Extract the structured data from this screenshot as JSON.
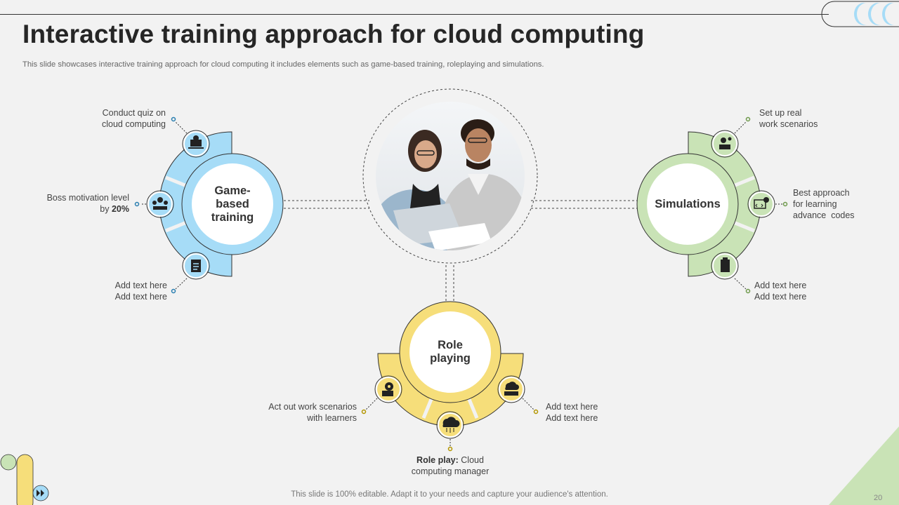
{
  "slide": {
    "title": "Interactive training approach for cloud computing",
    "subtitle": "This slide showcases interactive training approach for cloud computing it includes elements such as game-based training, roleplaying and simulations.",
    "footer": "This slide is 100% editable. Adapt it to your needs and capture your audience's attention.",
    "page_number": "20"
  },
  "colors": {
    "blue": "#a6dcf7",
    "green": "#c9e3b6",
    "yellow": "#f6de7a",
    "outline": "#333333"
  },
  "hubs": {
    "game": {
      "line1": "Game-",
      "line2": "based",
      "line3": "training",
      "labels": {
        "top_l1": "Conduct quiz on",
        "top_l2": "cloud computing",
        "mid_l1": "Boss motivation level",
        "mid_l2_prefix": "by ",
        "mid_l2_bold": "20%",
        "bot_l1": "Add text here",
        "bot_l2": "Add text here"
      },
      "icons": [
        "quiz-laptop-icon",
        "team-meeting-icon",
        "clipboard-icon"
      ]
    },
    "simulations": {
      "line1": "Simulations",
      "labels": {
        "top_l1": "Set up real",
        "top_l2": "work scenarios",
        "mid_l1": "Best approach",
        "mid_l2": "for learning",
        "mid_l3": "advance  codes",
        "bot_l1": "Add text here",
        "bot_l2": "Add text here"
      },
      "icons": [
        "presenter-icon",
        "code-settings-icon",
        "document-icon"
      ]
    },
    "role": {
      "line1": "Role",
      "line2": "playing",
      "labels": {
        "left_l1": "Act out work scenarios",
        "left_l2": "with learners",
        "bottom_bold": "Role play:",
        "bottom_l1_rest": " Cloud",
        "bottom_l2": "computing manager",
        "right_l1": "Add text here",
        "right_l2": "Add text here"
      },
      "icons": [
        "brain-gear-icon",
        "cloud-network-icon",
        "cloud-laptop-icon"
      ]
    }
  },
  "photo": {
    "alt": "Two colleagues reviewing documents at a laptop"
  }
}
